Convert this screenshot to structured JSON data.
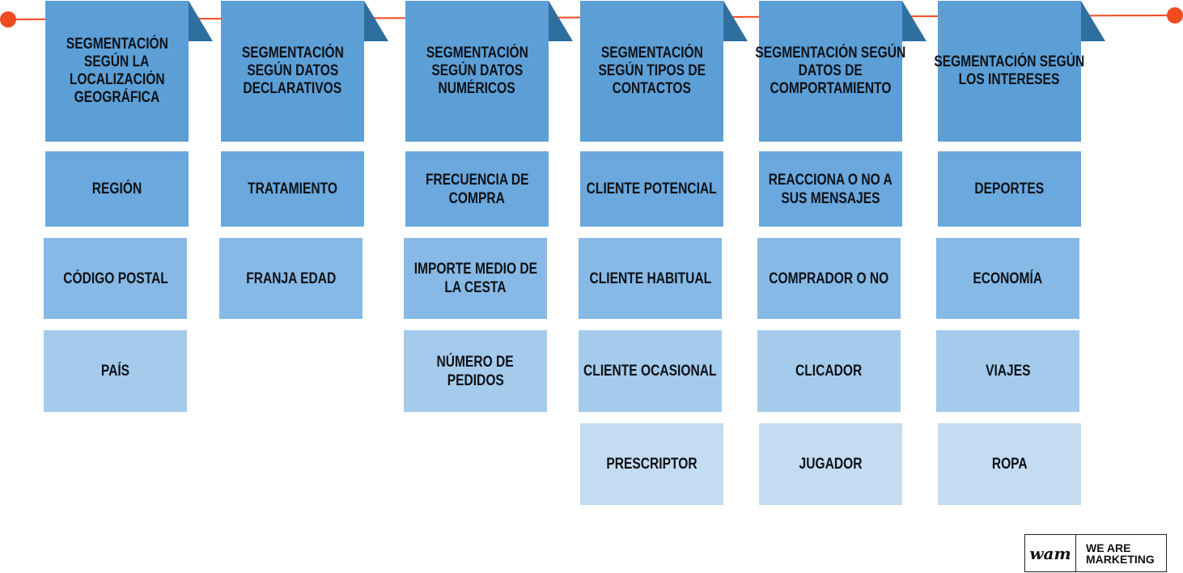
{
  "colors": {
    "line": "#f04a1f",
    "header": "#5c9fd7",
    "fold": "#2f6fa0"
  },
  "logo": {
    "mark": "wam",
    "line1": "WE ARE",
    "line2": "MARKETING"
  },
  "columns": [
    {
      "title_lines": [
        "SEGMENTACIÓN",
        "SEGÚN LA",
        "LOCALIZACIÓN",
        "GEOGRÁFICA"
      ],
      "items": [
        [
          "REGIÓN"
        ],
        [
          "CÓDIGO POSTAL"
        ],
        [
          "PAÍS"
        ]
      ]
    },
    {
      "title_lines": [
        "SEGMENTACIÓN",
        "SEGÚN DATOS",
        "DECLARATIVOS"
      ],
      "items": [
        [
          "TRATAMIENTO"
        ],
        [
          "FRANJA EDAD"
        ]
      ]
    },
    {
      "title_lines": [
        "SEGMENTACIÓN",
        "SEGÚN DATOS",
        "NUMÉRICOS"
      ],
      "items": [
        [
          "FRECUENCIA DE",
          "COMPRA"
        ],
        [
          "IMPORTE MEDIO DE",
          "LA CESTA"
        ],
        [
          "NÚMERO DE",
          "PEDIDOS"
        ]
      ]
    },
    {
      "title_lines": [
        "SEGMENTACIÓN",
        "SEGÚN TIPOS DE",
        "CONTACTOS"
      ],
      "items": [
        [
          "CLIENTE POTENCIAL"
        ],
        [
          "CLIENTE HABITUAL"
        ],
        [
          "CLIENTE OCASIONAL"
        ],
        [
          "PRESCRIPTOR"
        ]
      ]
    },
    {
      "title_lines": [
        "SEGMENTACIÓN SEGÚN",
        "DATOS DE",
        "COMPORTAMIENTO"
      ],
      "items": [
        [
          "REACCIONA O NO A",
          "SUS MENSAJES"
        ],
        [
          "COMPRADOR O NO"
        ],
        [
          "CLICADOR"
        ],
        [
          "JUGADOR"
        ]
      ]
    },
    {
      "title_lines": [
        "SEGMENTACIÓN SEGÚN",
        "LOS INTERESES"
      ],
      "items": [
        [
          "DEPORTES"
        ],
        [
          "ECONOMÍA"
        ],
        [
          "VIAJES"
        ],
        [
          "ROPA"
        ]
      ]
    }
  ]
}
